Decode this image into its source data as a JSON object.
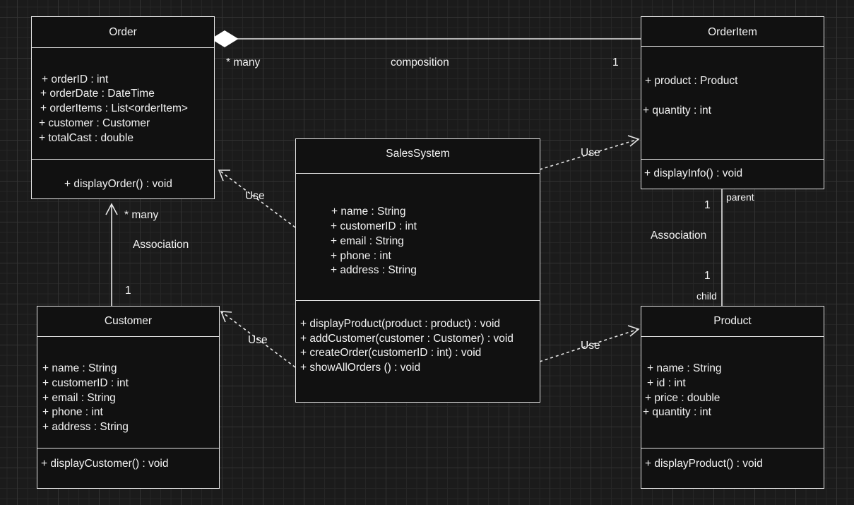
{
  "colors": {
    "background": "#1b1b1b",
    "box_fill": "#111111",
    "stroke": "#e6e6e6",
    "text": "#f2f2f2"
  },
  "classes": {
    "order": {
      "name": "Order",
      "attributes": [
        "+ orderID : int",
        "+ orderDate : DateTime",
        "+ orderItems : List<orderItem>",
        "+ customer : Customer",
        "+ totalCast : double"
      ],
      "methods": [
        "+ displayOrder() : void"
      ]
    },
    "orderitem": {
      "name": "OrderItem",
      "attributes": [
        "+ product : Product",
        "+ quantity : int"
      ],
      "methods": [
        "+ displayInfo() : void"
      ]
    },
    "salessystem": {
      "name": "SalesSystem",
      "attributes": [
        "+ name : String",
        "+ customerID : int",
        "+ email : String",
        "+ phone : int",
        "+ address : String"
      ],
      "methods": [
        "+ displayProduct(product : product) : void",
        "+ addCustomer(customer : Customer) : void",
        "+ createOrder(customerID : int) : void",
        "+ showAllOrders () : void"
      ]
    },
    "customer": {
      "name": "Customer",
      "attributes": [
        "+ name : String",
        "+ customerID : int",
        "+ email : String",
        "+ phone : int",
        "+ address : String"
      ],
      "methods": [
        "+ displayCustomer() : void"
      ]
    },
    "product": {
      "name": "Product",
      "attributes": [
        "+ name : String",
        "+ id : int",
        "+ price : double",
        "+ quantity : int"
      ],
      "methods": [
        "+ displayProduct() : void"
      ]
    }
  },
  "relations": {
    "composition": {
      "label": "composition",
      "source_mult": "* many",
      "target_mult": "1"
    },
    "customer_order": {
      "label": "Association",
      "order_mult": "* many",
      "customer_mult": "1"
    },
    "orderitem_product": {
      "label": "Association",
      "parent_role": "parent",
      "parent_mult": "1",
      "child_mult": "1",
      "child_role": "child"
    },
    "use_order": {
      "label": "Use"
    },
    "use_orderitem": {
      "label": "Use"
    },
    "use_customer": {
      "label": "Use"
    },
    "use_product": {
      "label": "Use"
    }
  }
}
